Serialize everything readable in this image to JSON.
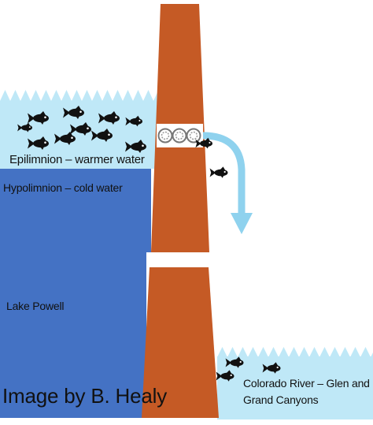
{
  "labels": {
    "epilimnion": "Epilimnion – warmer water",
    "hypolimnion": "Hypolimnion – cold water",
    "lake": "Lake Powell",
    "river_line1": "Colorado River – Glen and",
    "river_line2": "Grand Canyons",
    "credit": "Image by B. Healy"
  },
  "colors": {
    "warm_water": "#bfe8f7",
    "cold_water": "#4472c4",
    "dam": "#c55a25",
    "river_water": "#bfe8f7",
    "flow_arrow": "#8fd2ee",
    "fish": "#111111"
  },
  "icons": {
    "fish": "fish-icon",
    "turbine": "turbine-icon",
    "wave": "wave-icon",
    "flow_arrow": "flow-arrow-icon"
  }
}
